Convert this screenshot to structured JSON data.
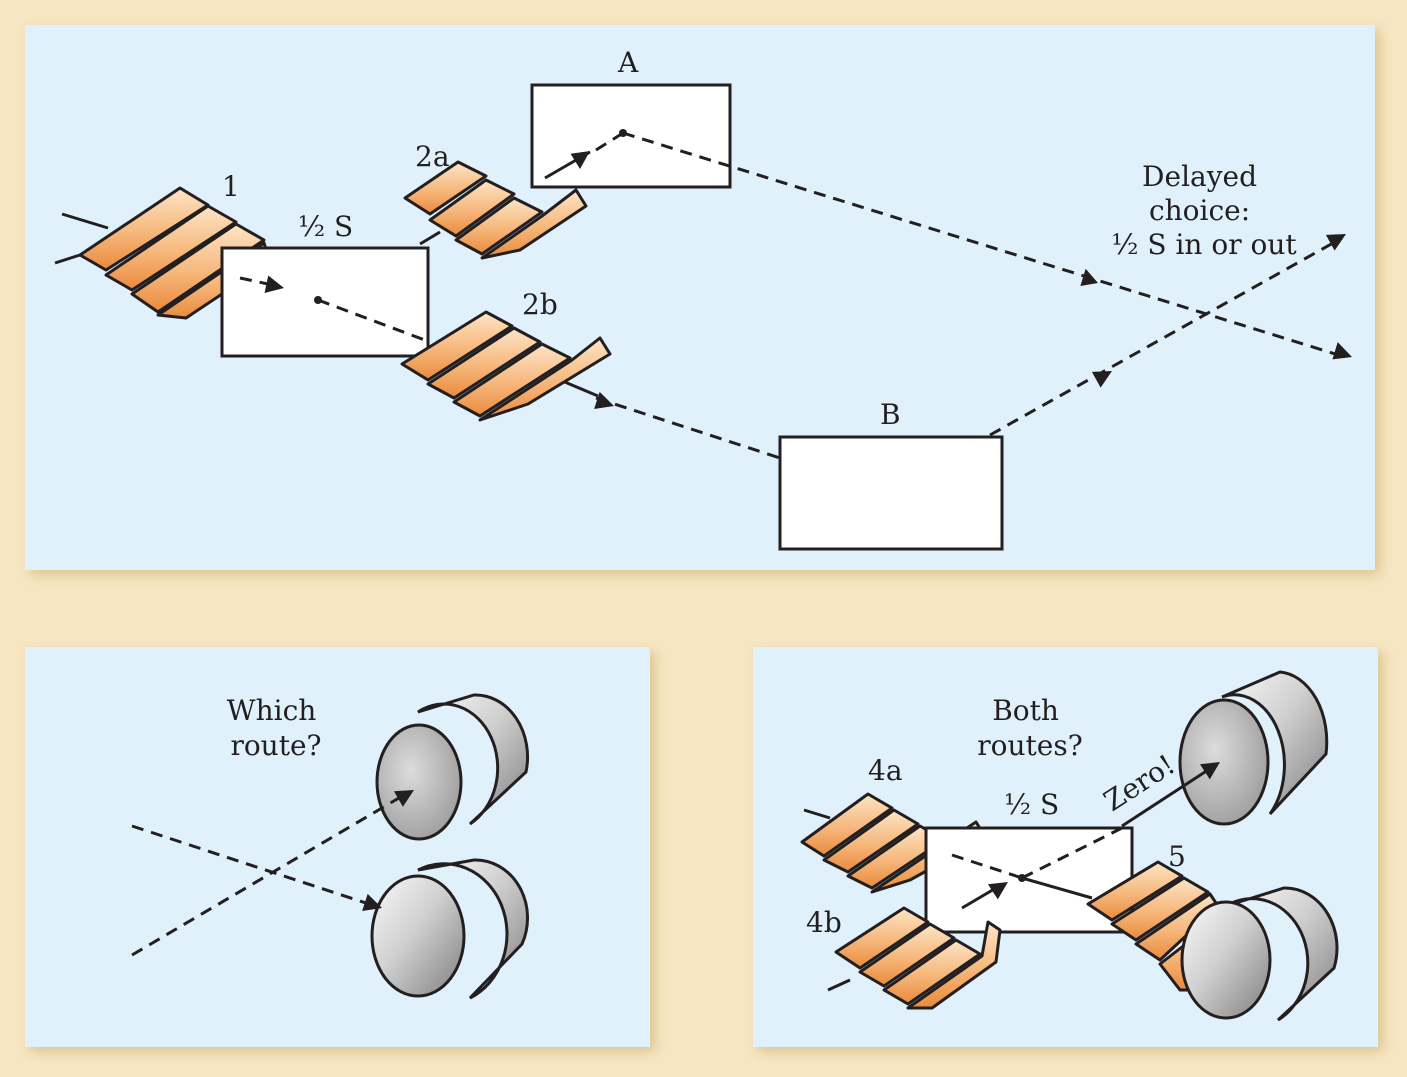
{
  "colors": {
    "frame": "#f6e6c2",
    "panel": "#e0f1fb",
    "wave_light": "#fde5c6",
    "wave_dark": "#ef9a4c",
    "cylinder_light": "#f2f2f2",
    "cylinder_dark": "#8c8c8c",
    "line": "#231f20"
  },
  "top_panel": {
    "wave_1_label": "1",
    "wave_2a_label": "2a",
    "wave_2b_label": "2b",
    "splitter_label": "½ S",
    "mirror_a_label": "A",
    "mirror_b_label": "B",
    "delayed_choice_lines": [
      "Delayed",
      "choice:",
      "½ S in or out"
    ]
  },
  "bottom_left_panel": {
    "question_lines": [
      "Which",
      "route?"
    ]
  },
  "bottom_right_panel": {
    "question_lines": [
      "Both",
      "routes?"
    ],
    "wave_4a_label": "4a",
    "wave_4b_label": "4b",
    "wave_5_label": "5",
    "splitter_label": "½ S",
    "zero_label": "Zero!"
  }
}
